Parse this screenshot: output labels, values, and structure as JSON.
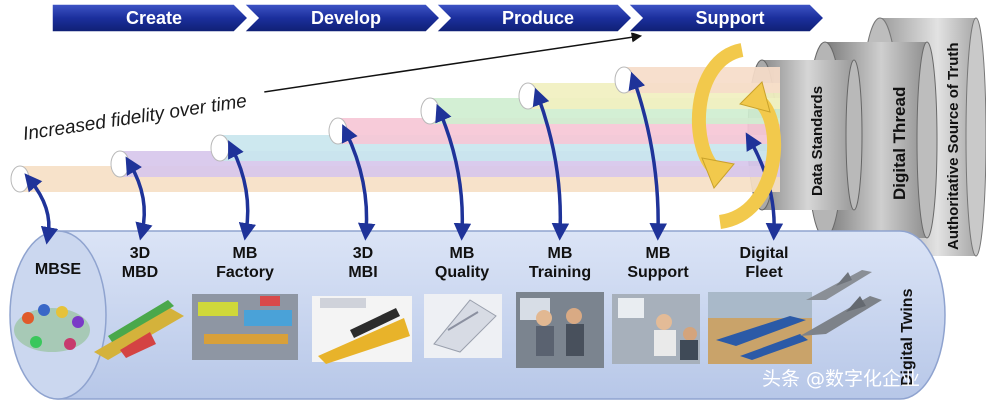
{
  "phases": [
    "Create",
    "Develop",
    "Produce",
    "Support"
  ],
  "fidelity_label": "Increased fidelity over time",
  "twins": [
    {
      "label": [
        "MBSE"
      ]
    },
    {
      "label": [
        "3D",
        "MBD"
      ]
    },
    {
      "label": [
        "MB",
        "Factory"
      ]
    },
    {
      "label": [
        "3D",
        "MBI"
      ]
    },
    {
      "label": [
        "MB",
        "Quality"
      ]
    },
    {
      "label": [
        "MB",
        "Training"
      ]
    },
    {
      "label": [
        "MB",
        "Support"
      ]
    },
    {
      "label": [
        "Digital",
        "Fleet"
      ]
    }
  ],
  "digital_twins_label": "Digital Twins",
  "data_standards_label": "Data Standards",
  "digital_thread_label": "Digital Thread",
  "authoritative_label": "Authoritative Source of Truth",
  "watermark": "头条 @数字化企业",
  "colors": {
    "phase_arrow": "#1b2f9c",
    "link_arrow": "#1f3399",
    "cycle_arrow": "#f2c94c",
    "twin_panel": "#c9d5ee"
  }
}
